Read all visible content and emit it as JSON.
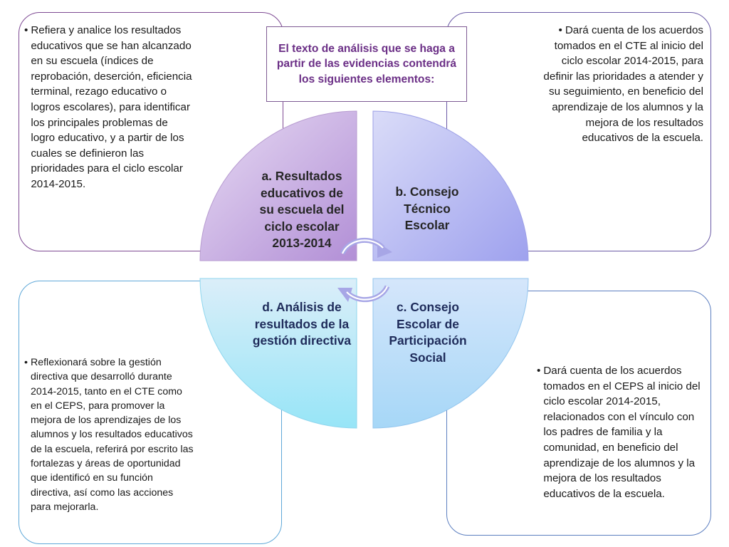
{
  "title": "El texto de análisis que se haga a partir de las evidencias contendrá los siguientes elementos:",
  "segments": {
    "a": "a. Resultados educativos de su escuela del ciclo escolar 2013-2014",
    "b": "b. Consejo Técnico Escolar",
    "c": "c. Consejo Escolar de Participación Social",
    "d": "d. Análisis de resultados de la gestión directiva"
  },
  "descriptions": {
    "top_left": "Refiera y analice los resultados educativos que se han alcanzado en su escuela (índices de reprobación, deserción, eficiencia terminal, rezago educativo o logros escolares), para identificar los principales problemas de logro educativo, y a partir de los cuales se definieron las prioridades para el ciclo escolar 2014-2015.",
    "top_right": "Dará cuenta de los acuerdos tomados en el CTE al inicio del ciclo escolar 2014-2015, para definir las prioridades a atender y su seguimiento, en beneficio del aprendizaje de los alumnos y la mejora de los resultados educativos de la escuela.",
    "bottom_left": "Reflexionará sobre la gestión directiva que desarrolló durante 2014-2015, tanto en el CTE como en el CEPS, para promover la mejora de los aprendizajes de los alumnos y los resultados educativos de la escuela, referirá por escrito las fortalezas y áreas de oportunidad que identificó en su función directiva, así como las acciones para mejorarla.",
    "bottom_right": "Dará cuenta de los acuerdos tomados en el CEPS al inicio del ciclo escolar 2014-2015, relacionados con el vínculo con los padres de familia y la comunidad, en beneficio del aprendizaje de los alumnos y la mejora de los resultados educativos de la escuela."
  },
  "colors": {
    "segment_a": "#c5a6de",
    "segment_b": "#b2b4f2",
    "segment_c": "#a9d6f6",
    "segment_d": "#b7eef8",
    "title_text": "#6b2f86"
  }
}
